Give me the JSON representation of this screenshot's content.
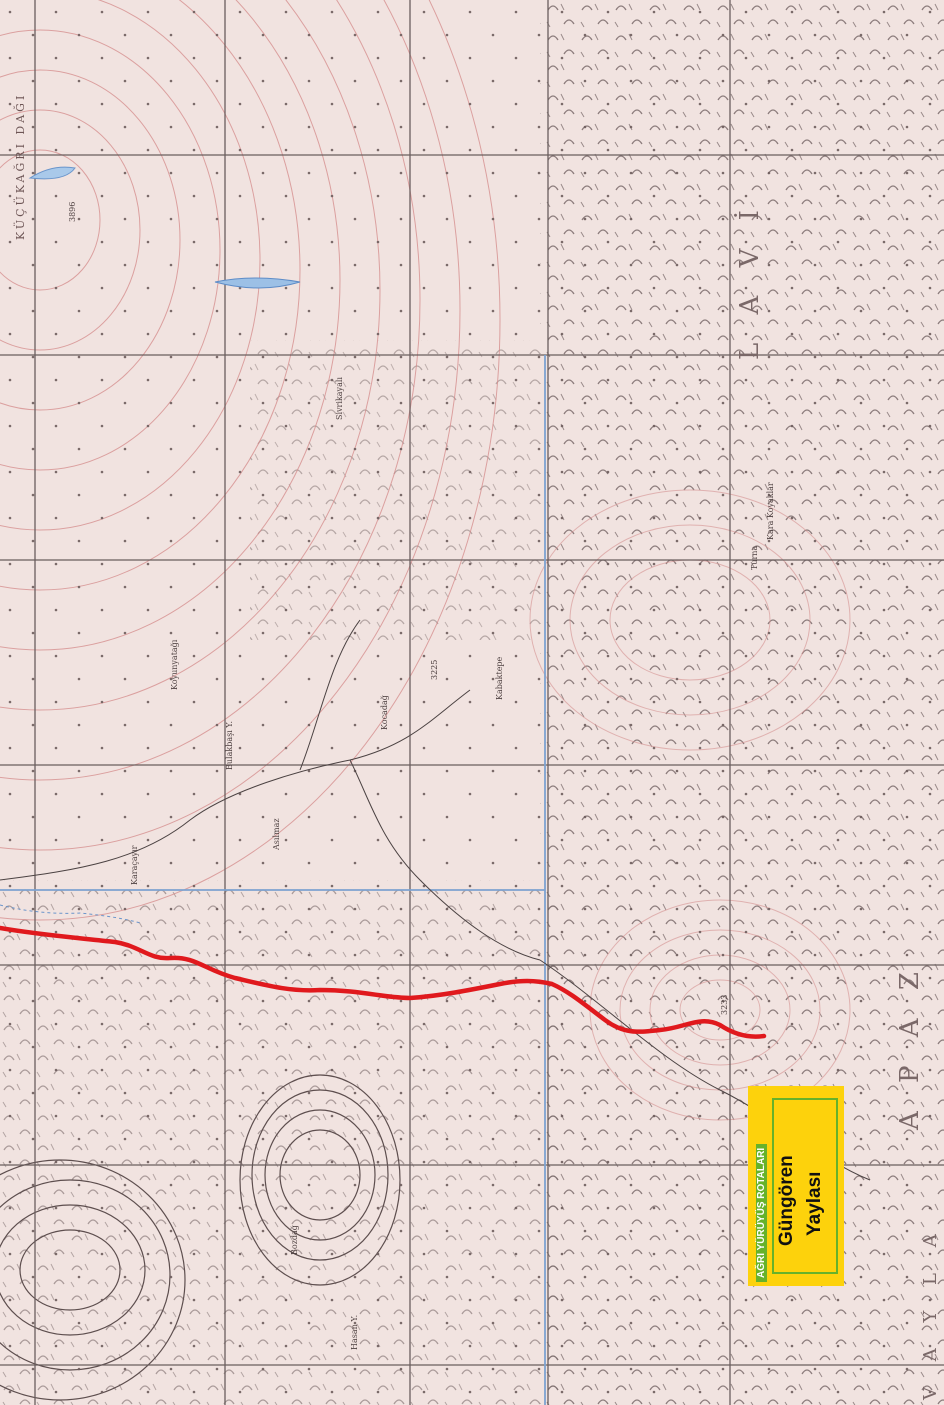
{
  "badge": {
    "top_line": "AĞRI YÜRÜYÜŞ ROTALARI",
    "title_line1": "Güngören",
    "title_line2": "Yaylası",
    "colors": {
      "background": "#fdd20c",
      "accent": "#66b22b"
    }
  },
  "map_labels": {
    "mountain": "KÜÇÜKAĞRI DAĞI",
    "peak_elevation": "3896",
    "region_v": "V",
    "region_a": "A",
    "region_l": "L",
    "region_i": "İ",
    "region_top": "L A V İ",
    "region_bottom": "A P A Z",
    "region_bottom2": "V A Y L A",
    "sivrikaya": "Sivrikayalı",
    "koyunyatagi": "Koyunyatağı",
    "bulakbasi": "Bulakbaşı Y.",
    "karacayir": "Karaçayır",
    "kabaktepe": "Kabaktepe",
    "kocadag": "Kocadağ",
    "turna": "Turna",
    "kara_koyaklar": "Kara Koyaklar",
    "asilmaz": "Asılmaz",
    "bozdag": "Bozdağ",
    "hasan": "Hasan Y.",
    "elevation_2": "3225",
    "elevation_3": "3233"
  },
  "route": {
    "color": "#e0191d"
  }
}
